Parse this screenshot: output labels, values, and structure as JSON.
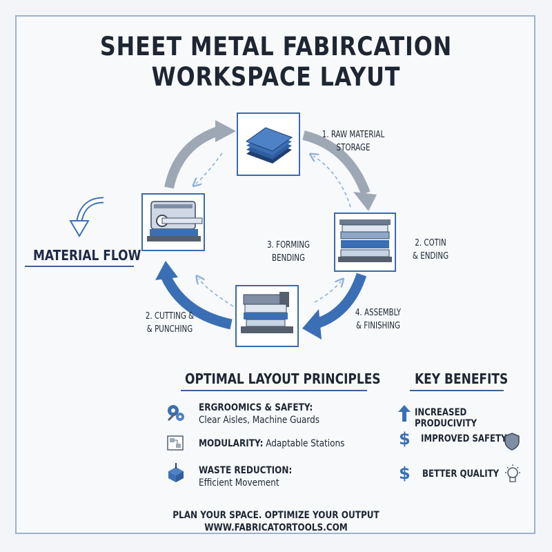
{
  "title": {
    "line1": "SHEET METAL FABIRCATION",
    "line2": "WORKSPACE LAYUT"
  },
  "stations": [
    {
      "id": "raw-material",
      "label": "1. RAW MATERIAL\nSTORAGE"
    },
    {
      "id": "cotin-ending",
      "label": "2. COTIN\n& ENDING"
    },
    {
      "id": "forming-bending",
      "label": "3. FORMING\nBENDING"
    },
    {
      "id": "assembly",
      "label": "4. ASSEMBLY\n& FINISHING"
    },
    {
      "id": "cutting-punching",
      "label": "2. CUTTING &\n& PUNCHING"
    }
  ],
  "material_flow": "MATERIAL FLOW",
  "principles": {
    "title": "OPTIMAL LAYOUT PRINCIPLES",
    "items": [
      {
        "head": "ERGROOMICS & SAFETY:",
        "body": "Clear Aisles, Machine Guards",
        "icon": "gears-icon"
      },
      {
        "head": "MODULARITY:",
        "body": "Adaptable Stations",
        "icon": "layout-icon"
      },
      {
        "head": "WASTE REDUCTION:",
        "body": "Efficient Movement",
        "icon": "recycle-box-icon"
      }
    ]
  },
  "benefits": {
    "title": "KEY BENEFITS",
    "items": [
      {
        "label": "INCREASED PRODUCIVITY",
        "icon": "arrow-up-icon"
      },
      {
        "label": "IMPROVED SAFETY",
        "icon": "dollar-icon"
      },
      {
        "label": "BETTER QUALITY",
        "icon": "dollar-icon"
      }
    ]
  },
  "footer": {
    "line1": "PLAN YOUR SPACE. OPTIMIZE YOUR OUTPUT",
    "line2": "WWW.FABRICATORTOOLS.COM"
  },
  "colors": {
    "accent": "#3b6fb5",
    "gray_arrow": "#9ea8b4",
    "border": "#9fb2cc"
  }
}
